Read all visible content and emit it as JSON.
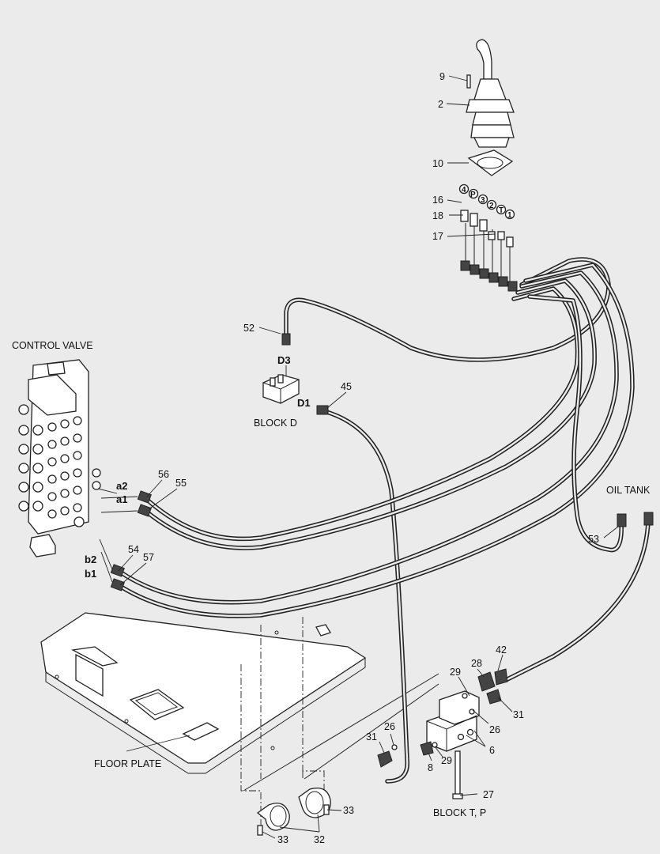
{
  "titles": {
    "control_valve": "CONTROL VALVE",
    "block_d": "BLOCK D",
    "oil_tank": "OIL TANK",
    "floor_plate": "FLOOR PLATE",
    "block_tp": "BLOCK T, P"
  },
  "ports": {
    "a2": "a2",
    "a1": "a1",
    "b2": "b2",
    "b1": "b1",
    "d3": "D3",
    "d1": "D1",
    "p4": "4",
    "pP": "P",
    "p3": "3",
    "p2": "2",
    "pT": "T",
    "p1": "1"
  },
  "parts": {
    "p9": "9",
    "p2": "2",
    "p10": "10",
    "p16": "16",
    "p18": "18",
    "p17": "17",
    "p52": "52",
    "p45": "45",
    "p56": "56",
    "p55": "55",
    "p54": "54",
    "p57": "57",
    "p53": "53",
    "p42": "42",
    "p29a": "29",
    "p28": "28",
    "p31a": "31",
    "p26a": "26",
    "p6": "6",
    "p26b": "26",
    "p31b": "31",
    "p8": "8",
    "p29b": "29",
    "p27": "27",
    "p33a": "33",
    "p33b": "33",
    "p32": "32"
  }
}
